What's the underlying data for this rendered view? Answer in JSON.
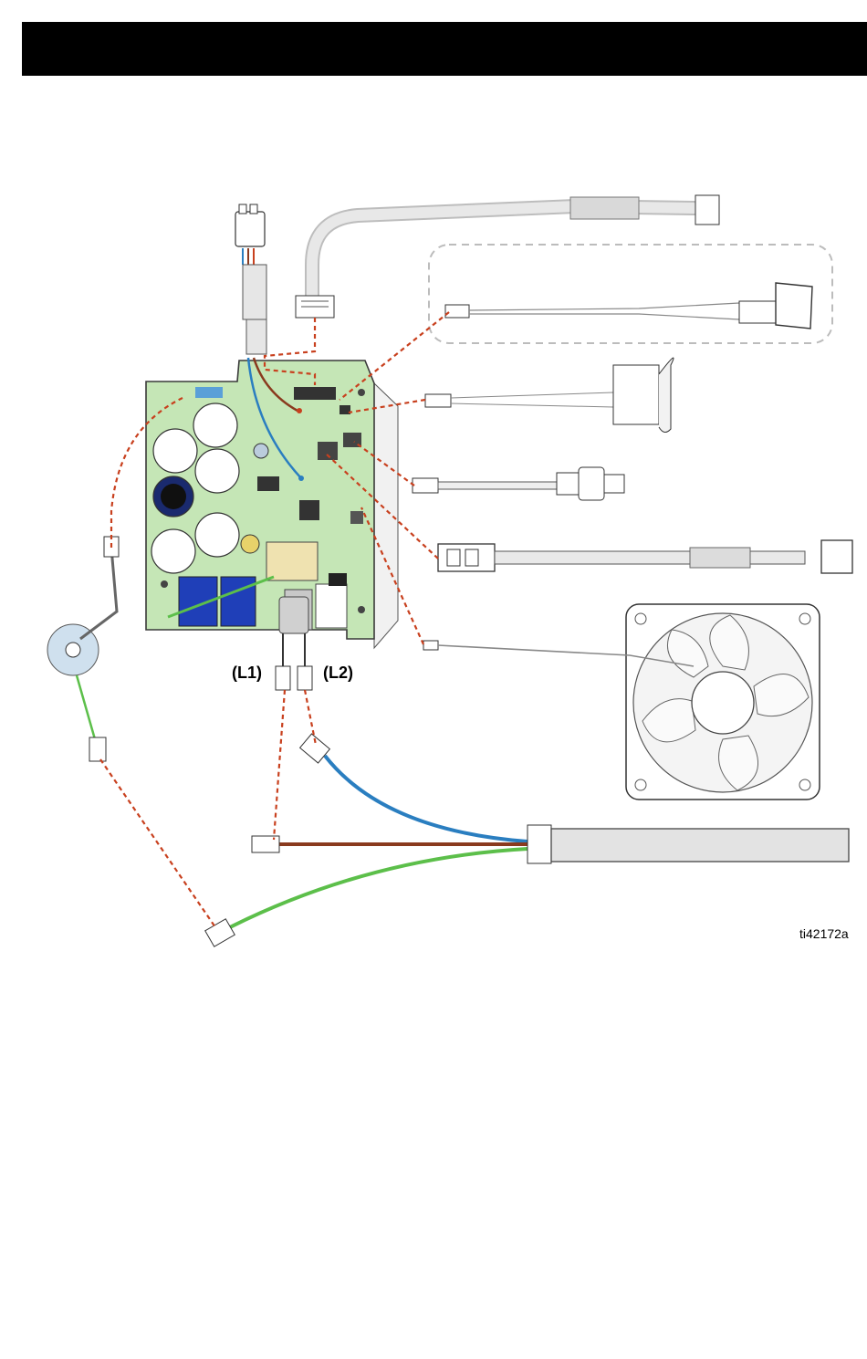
{
  "header": {
    "title": ""
  },
  "diagram": {
    "labels": {
      "l1": "(L1)",
      "l2": "(L2)"
    },
    "figure_id": "ti42172a"
  },
  "colors": {
    "board": "#c5e6b6",
    "board_edge": "#3a3a3a",
    "wire_dash": "#c8401e",
    "wire_blue": "#2a7ec0",
    "wire_brown": "#8a3a1e",
    "wire_green": "#5cbf4a",
    "relay_blue": "#1f3fb8",
    "cable_gray": "#d7d7d7"
  },
  "components": [
    "control-board",
    "top-3pin-connector",
    "ribbon-cable",
    "power-switch",
    "round-sensor",
    "pressure-sensor",
    "fan-harness",
    "cooling-fan",
    "heater-element",
    "ground-ring-terminal"
  ]
}
